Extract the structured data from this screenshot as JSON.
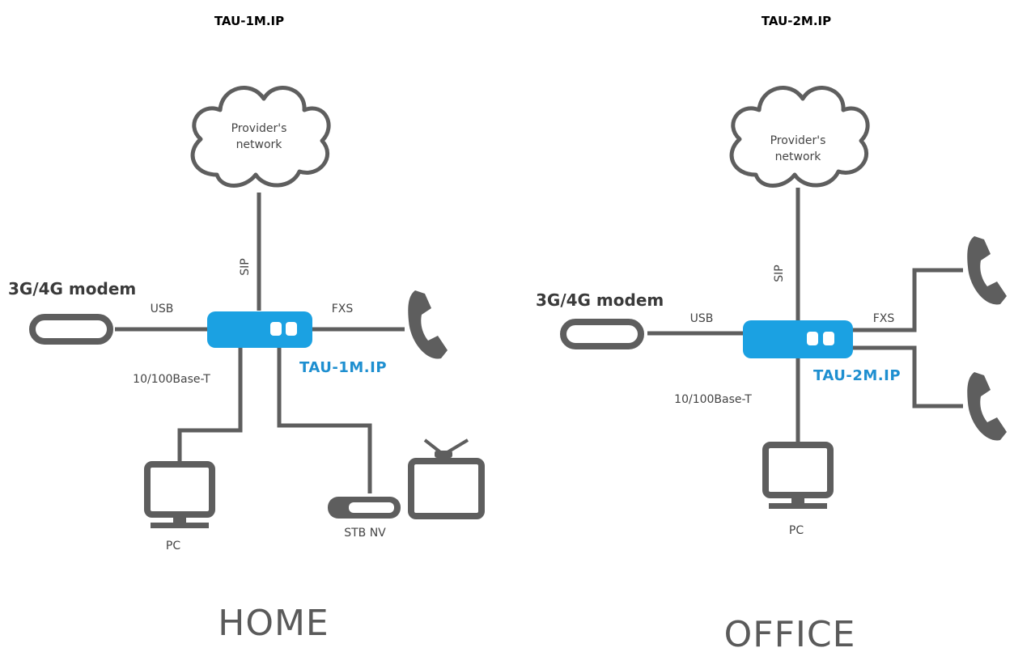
{
  "home": {
    "title": "TAU-1M.IP",
    "cloud_line1": "Provider's",
    "cloud_line2": "network",
    "sip_label": "SIP",
    "modem_label": "3G/4G modem",
    "usb_label": "USB",
    "fxs_label": "FXS",
    "router_label": "TAU-1M.IP",
    "ethernet_label": "10/100Base-T",
    "pc_label": "PC",
    "stb_label": "STB NV",
    "scene_label": "HOME"
  },
  "office": {
    "title": "TAU-2M.IP",
    "cloud_line1": "Provider's",
    "cloud_line2": "network",
    "sip_label": "SIP",
    "modem_label": "3G/4G modem",
    "usb_label": "USB",
    "fxs_label": "FXS",
    "router_label": "TAU-2M.IP",
    "ethernet_label": "10/100Base-T",
    "pc_label": "PC",
    "scene_label": "OFFICE"
  },
  "colors": {
    "device_blue": "#1ba1e2",
    "router_label_blue": "#1e8fd0",
    "device_grey": "#5e5e5e"
  },
  "icons": [
    "cloud-icon",
    "router-icon",
    "modem-icon",
    "phone-icon",
    "pc-icon",
    "set-top-box-icon",
    "tv-icon"
  ]
}
